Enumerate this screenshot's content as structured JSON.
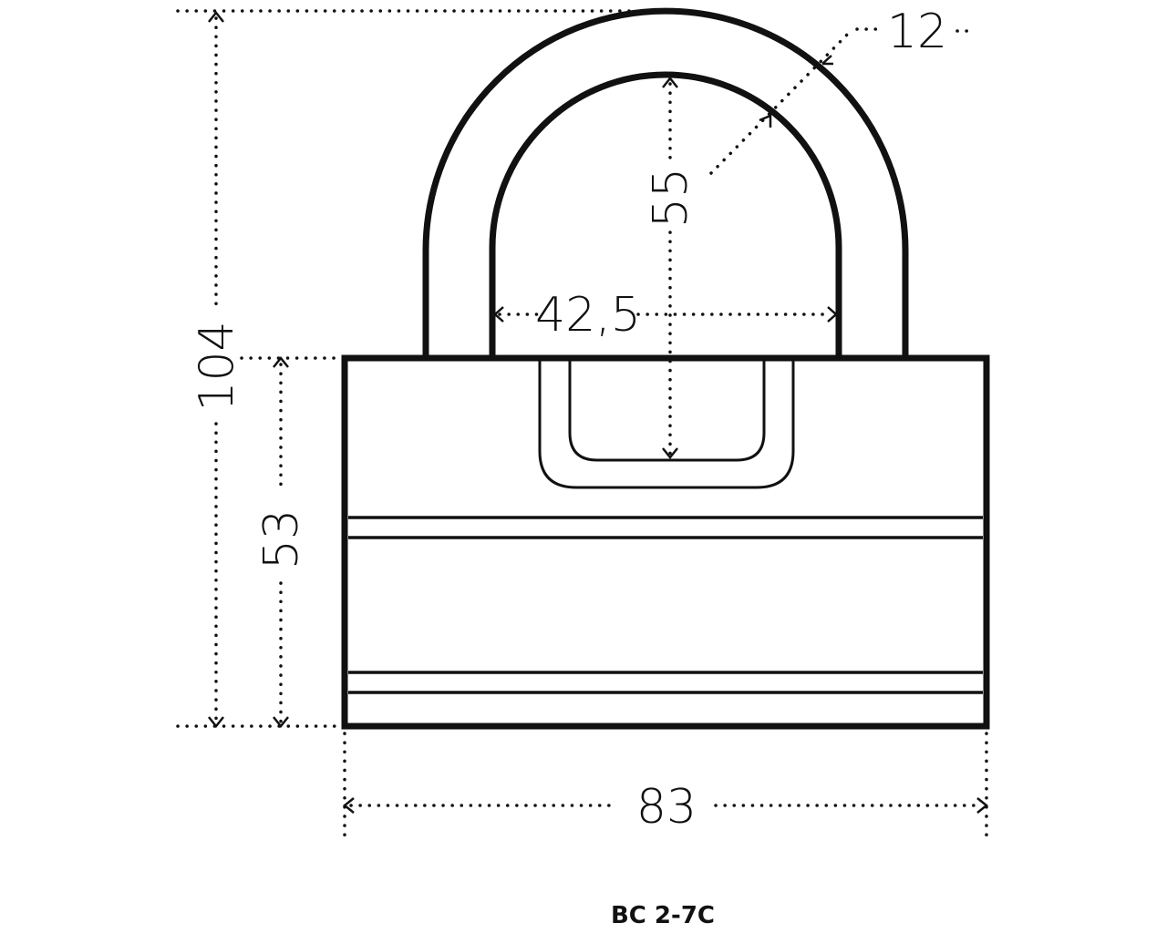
{
  "diagram": {
    "title": "BC 2-7C",
    "subject": "padlock",
    "dimensions": {
      "total_height": "104",
      "body_height": "53",
      "body_width": "83",
      "shackle_inner_width": "42,5",
      "shackle_inner_height": "55",
      "shackle_thickness": "12"
    },
    "line_color": "#111111"
  }
}
